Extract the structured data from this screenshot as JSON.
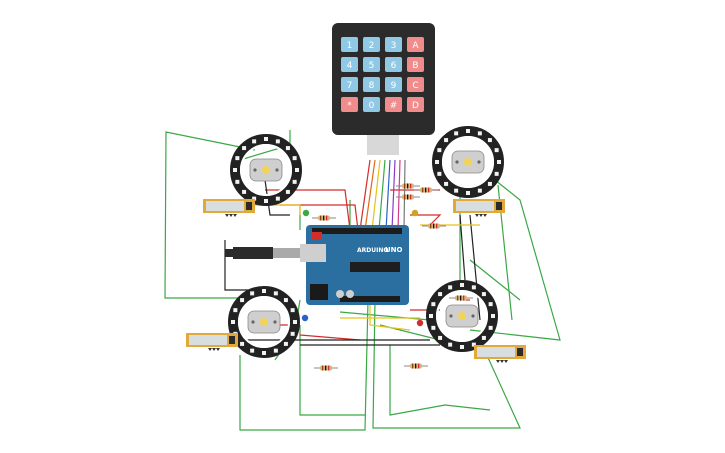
{
  "keypad": {
    "rows": [
      [
        {
          "label": "1",
          "kind": "num"
        },
        {
          "label": "2",
          "kind": "num"
        },
        {
          "label": "3",
          "kind": "num"
        },
        {
          "label": "A",
          "kind": "letter"
        }
      ],
      [
        {
          "label": "4",
          "kind": "num"
        },
        {
          "label": "5",
          "kind": "num"
        },
        {
          "label": "6",
          "kind": "num"
        },
        {
          "label": "B",
          "kind": "letter"
        }
      ],
      [
        {
          "label": "7",
          "kind": "num"
        },
        {
          "label": "8",
          "kind": "num"
        },
        {
          "label": "9",
          "kind": "num"
        },
        {
          "label": "C",
          "kind": "letter"
        }
      ],
      [
        {
          "label": "*",
          "kind": "letter"
        },
        {
          "label": "0",
          "kind": "num"
        },
        {
          "label": "#",
          "kind": "letter"
        },
        {
          "label": "D",
          "kind": "letter"
        }
      ]
    ]
  },
  "arduino": {
    "brand": "ARDUINO",
    "model": "UNO"
  },
  "colors": {
    "board": "#2b6fa0",
    "wire_green": "#3aa845",
    "wire_red": "#d42b2b",
    "wire_black": "#222222",
    "wire_yellow": "#e8c21a",
    "key_num": "#8fc9e6",
    "key_letter": "#f08c8c",
    "keypad_body": "#2b2b2b",
    "pixel_ring": "#222222",
    "motor_body": "#cfcfcf",
    "sensor_frame": "#e0a93a"
  },
  "icons": {
    "usb": "usb-connector-icon",
    "power": "barrel-jack-icon"
  }
}
